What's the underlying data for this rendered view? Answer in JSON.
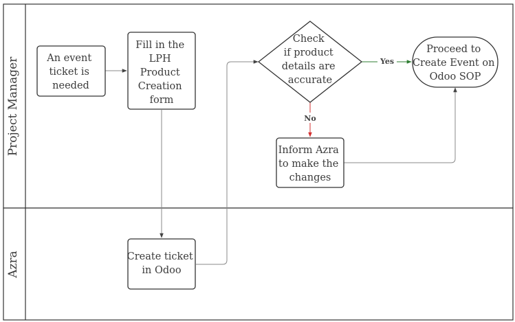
{
  "lanes": [
    {
      "label": "Project Manager"
    },
    {
      "label": "Azra"
    }
  ],
  "nodes": {
    "event_ticket": [
      "An event",
      "ticket is",
      "needed"
    ],
    "fill_form": [
      "Fill in the",
      "LPH",
      "Product",
      "Creation",
      "form"
    ],
    "check": [
      "Check",
      "if product",
      "details are",
      "accurate"
    ],
    "proceed": [
      "Proceed to",
      "Create Event on",
      "Odoo SOP"
    ],
    "inform": [
      "Inform Azra",
      "to make the",
      "changes"
    ],
    "create_ticket": [
      "Create ticket",
      "in Odoo"
    ]
  },
  "edges": {
    "yes_label": "Yes",
    "no_label": "No"
  },
  "colors": {
    "border": "#333333",
    "edge": "#888888",
    "yes": "#2e7d32",
    "no": "#d32f2f",
    "text": "#3a3a3a"
  }
}
